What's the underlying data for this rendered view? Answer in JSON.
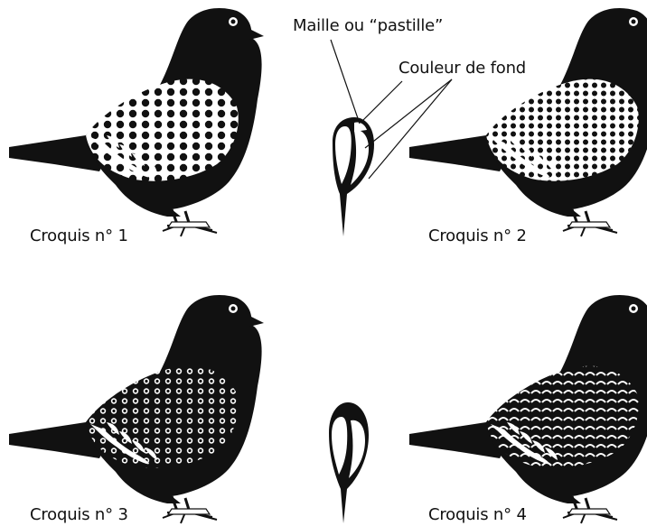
{
  "annotations": {
    "maille": "Maille ou “pastille”",
    "couleur_fond": "Couleur de fond"
  },
  "sketches": [
    {
      "label": "Croquis n° 1",
      "pattern": "white lacing, large spots"
    },
    {
      "label": "Croquis n° 2",
      "pattern": "white lacing, dense small spots"
    },
    {
      "label": "Croquis n° 3",
      "pattern": "dark spangles with white fringe"
    },
    {
      "label": "Croquis n° 4",
      "pattern": "dark spangles, heavy"
    }
  ],
  "colors": {
    "ink": "#111111",
    "paper": "#ffffff"
  }
}
